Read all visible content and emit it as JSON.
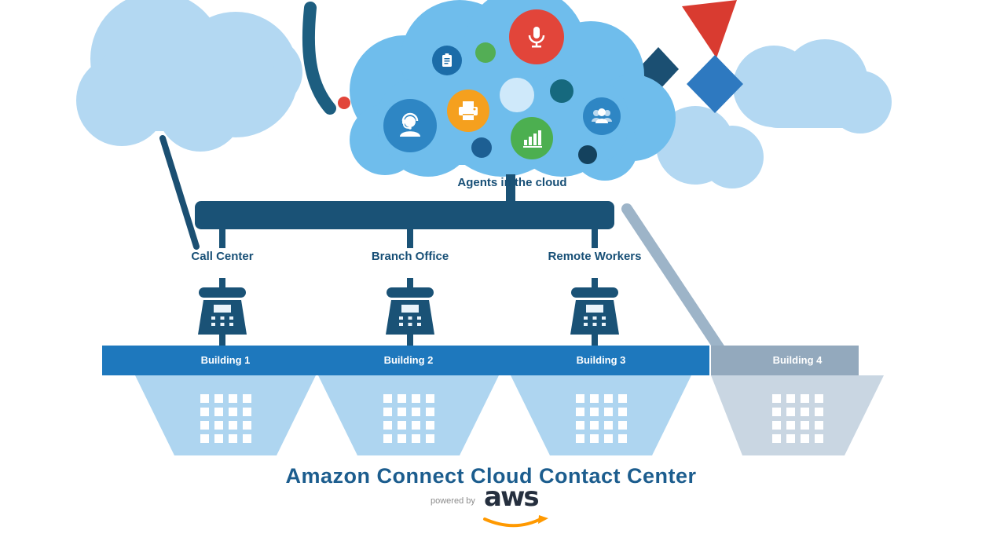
{
  "cloud": {
    "caption": "Agents in the cloud",
    "icon_names": [
      "clipboard-icon",
      "microphone-icon",
      "printer-icon",
      "agent-headset-icon",
      "bar-chart-icon",
      "team-icon"
    ]
  },
  "sites": [
    {
      "label": "Call Center"
    },
    {
      "label": "Branch Office"
    },
    {
      "label": "Remote Workers"
    }
  ],
  "buildings": [
    {
      "label": "Building 1"
    },
    {
      "label": "Building 2"
    },
    {
      "label": "Building 3"
    },
    {
      "label": "Building 4"
    }
  ],
  "footer": {
    "title": "Amazon Connect Cloud Contact Center",
    "powered_by": "powered by",
    "aws_label": "aws"
  },
  "colors": {
    "navy": "#1a5276",
    "band_blue": "#1e78bd",
    "cloud_blue": "#6fbdec",
    "light_cloud": "#b3d8f2",
    "building_blue": "#aed5f0",
    "building_gray": "#c9d6e2",
    "gray_line": "#9db4c8",
    "red": "#e2453a",
    "orange": "#f5a01e",
    "green": "#4caf50",
    "teal": "#16697e",
    "aws_orange": "#ff9900",
    "aws_dark": "#252f3e"
  }
}
